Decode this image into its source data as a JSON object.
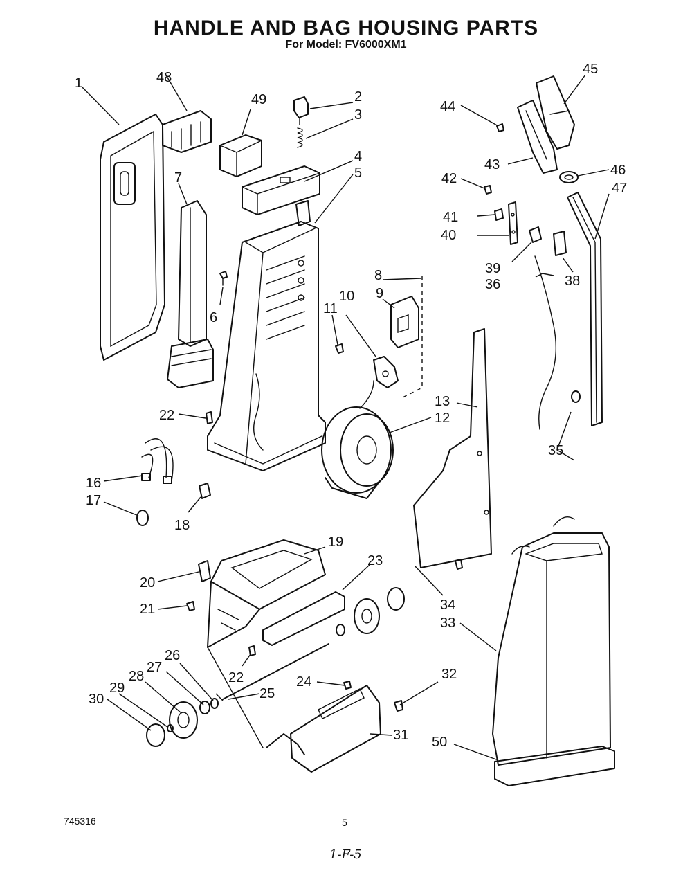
{
  "header": {
    "title": "HANDLE AND BAG HOUSING PARTS",
    "subtitle": "For Model: FV6000XM1"
  },
  "callouts": [
    "1",
    "2",
    "3",
    "4",
    "5",
    "6",
    "7",
    "8",
    "9",
    "10",
    "11",
    "12",
    "13",
    "16",
    "17",
    "18",
    "19",
    "20",
    "21",
    "22",
    "22",
    "23",
    "24",
    "25",
    "26",
    "27",
    "28",
    "29",
    "30",
    "31",
    "32",
    "33",
    "34",
    "35",
    "36",
    "38",
    "39",
    "40",
    "41",
    "42",
    "43",
    "44",
    "45",
    "46",
    "47",
    "48",
    "49",
    "50"
  ],
  "footer": {
    "doc_number": "745316",
    "page_number": "5",
    "handwritten_note": "1-F-5"
  }
}
